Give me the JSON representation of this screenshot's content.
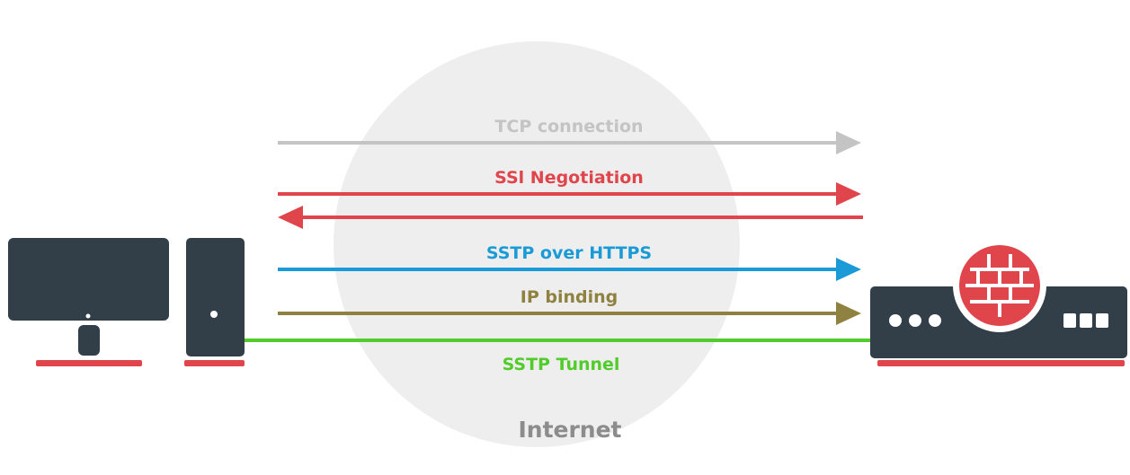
{
  "diagram": {
    "cloud_label": "Internet",
    "flows": [
      {
        "label": "TCP connection",
        "color": "#c4c4c4",
        "direction": "client-to-server"
      },
      {
        "label": "SSl Negotiation",
        "color": "#e0454c",
        "direction": "bidirectional"
      },
      {
        "label": "SSTP over HTTPS",
        "color": "#1a9ad6",
        "direction": "client-to-server"
      },
      {
        "label": "IP binding",
        "color": "#8f8240",
        "direction": "client-to-server"
      },
      {
        "label": "SSTP Tunnel",
        "color": "#51cc2a",
        "direction": "none"
      }
    ],
    "colors": {
      "device": "#323e48",
      "accent": "#e0454c",
      "cloud": "#eeeeee",
      "cloud_text": "#8c8c8c"
    },
    "client": {
      "icon": "desktop-computer-icon"
    },
    "server": {
      "icon": "firewall-router-icon"
    }
  }
}
